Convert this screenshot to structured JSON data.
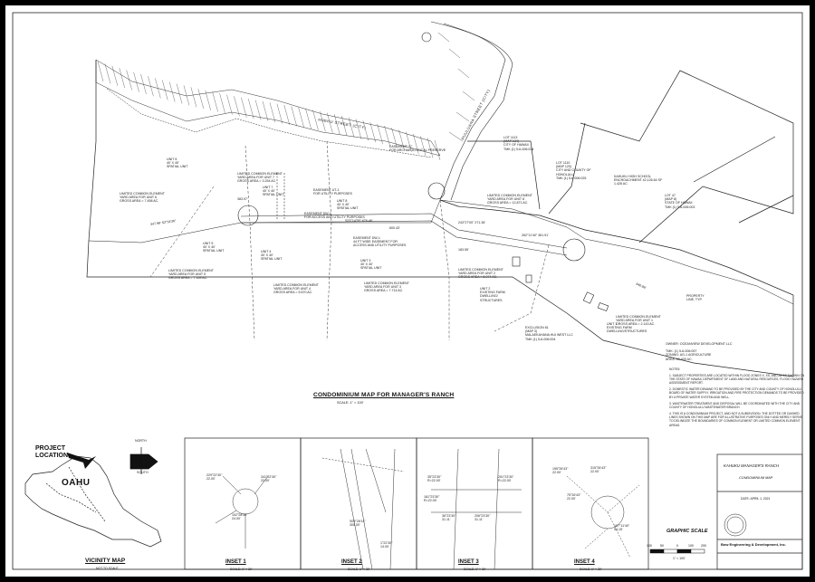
{
  "sheet": {
    "title": "CONDOMINIUM MAP FOR MANAGER'S RANCH",
    "scale": "SCALE: 1\" = 100'"
  },
  "roads": {
    "huehu": "HUEHU STREET (CITY)",
    "puuluana": "PUULUANA STREET (CITY)"
  },
  "lots": {
    "lot1113": "LOT 1113\n(MAP 134)\nCITY OF HAWAII\nTMK (1) 5-6-006:024",
    "lot1110": "LOT 1110\n(MAP 120)\nCITY AND COUNTY OF\nHONOLULU\nTMK (1) 5-6-006:025",
    "lot47": "LOT 47\n(MAP 8)\nSTATE OF HAWAII\nTMK (1) 5-6-006:003",
    "school": "KAHUKU HIGH SCHOOL\nENCROACHMENT 42,126.64 SF\n1.426 AC",
    "exclusion": "EXCLUSION 61\n(MAP 3)\nMALAEKAHANA HUI WEST LLC\nTMK (1) 5-6-006:004"
  },
  "units": {
    "u6": "UNIT 6\n40' X 40'\nSPATIAL UNIT",
    "u5": "UNIT 5\n40' X 40'\nSPATIAL UNIT",
    "u7": "UNIT 7\n40' X 40'\nSPATIAL UNIT",
    "u4": "UNIT 4\n40' X 40'\nSPATIAL UNIT",
    "u8": "UNIT 8\n40' X 40'\nSPATIAL UNIT",
    "u3": "UNIT 3\n40' X 40'\nSPATIAL UNIT",
    "u2": "UNIT 2\nEXISTING FARM\nDWELLING/\nSTRUCTURES",
    "u1": "UNIT 1\nEXISTING FARM\nDWELLING/STRUCTURES"
  },
  "lce": {
    "lce_a": "LIMITED COMMON ELEMENT\nYARD AREA FOR UNIT 6\nGROSS AREA = 7.458 AC.",
    "lce_b": "LIMITED COMMON ELEMENT\nYARD AREA FOR UNIT 7\nGROSS AREA = 3.254 AC.",
    "lce_c": "LIMITED COMMON ELEMENT\nYARD AREA FOR UNIT 5\nGROSS AREA = 7.169 AC.",
    "lce_d": "LIMITED COMMON ELEMENT\nYARD AREA FOR UNIT 4\nGROSS AREA = 5.670 AC.",
    "lce_e": "LIMITED COMMON ELEMENT\nYARD AREA FOR UNIT 3\nGROSS AREA = 7.714 AC.",
    "lce_f": "LIMITED COMMON ELEMENT\nYARD AREA FOR UNIT 2\nGROSS AREA = 5.074 AC.",
    "lce_g": "LIMITED COMMON ELEMENT\nYARD AREA FOR UNIT 8\nGROSS AREA = 12.871 AC.",
    "lce_h": "LIMITED COMMON ELEMENT\nYARD AREA FOR UNIT 1\nGROSS AREA = 2.143 AC."
  },
  "easements": {
    "e1": "EASEMENT \"1\"\nFOR ARCHAEOLOGICAL PRESERVE",
    "e2": "EASEMENT UT-1\nFOR UTILITY PURPOSES",
    "e3": "EASEMENT DW-1\n44 FT WIDE EASEMENT FOR\nACCESS AND UTILITY PURPOSES",
    "e4": "EASEMENT DW-1\nFOR ACCESS AND UTILITY PURPOSES"
  },
  "bearings": {
    "b1": "383.97'",
    "b2": "S23°14'35\" 676.46'",
    "b3": "243°27'00\" 271.36'",
    "b4": "262°11'40\" 361.91'",
    "b5": "347.98' S2°34'36\"",
    "b6": "600.43'",
    "b7": "183.55'",
    "b8": "640.96'",
    "b9": "PROPERTY\nLINE, TYP."
  },
  "owner": {
    "line1": "OWNER:  OCEANVIEW DEVELOPMENT LLC",
    "line2": "TMK:      (1) 5-6-006:057",
    "line3": "ZONING:  AG-1 AGRICULTURE",
    "line4": "AREA:     59.439 AC."
  },
  "notes": {
    "heading": "NOTES:",
    "n1": "1.  SUBJECT PROPERTIES ARE LOCATED WITHIN FLOOD ZONES X, XS, AND AE AS SHOWN ON THE STATE OF HAWAII, DEPARTMENT OF LAND AND NATURAL RESOURCES, FLOOD HAZARD ASSESSMENT REPORT.",
    "n2": "2.  DOMESTIC WATER DEMAND TO BE PROVIDED BY THE CITY AND COUNTY OF HONOLULU BOARD OF WATER SUPPLY. IRRIGATION AND FIRE PROTECTION DEMANDS TO BE PROVIDED BY A PRIVATE WATER SYSTEM AND WELL.",
    "n3": "3.  WASTEWATER TREATMENT AND DISPOSAL WILL BE COORDINATED WITH THE CITY AND COUNTY OF HONOLULU WASTEWATER BRANCH.",
    "n4": "4.  THIS IS A CONDOMINIUM PROJECT, AND NOT A SUBDIVISION. THE DOTTED OR DASHED LINES SHOWN ON THIS MAP ARE FOR ILLUSTRATIVE PURPOSES ONLY AND MERELY SERVE TO DELINEATE THE BOUNDARIES OF COMMON ELEMENT OR LIMITED COMMON ELEMENT AREAS."
  },
  "insets": [
    {
      "title": "INSET 1",
      "scale": "SCALE: 1\" = 30'",
      "d1": "229°22'30\"\n22.00'",
      "d2": "341°22'30\"\n22.00'",
      "d3": "102°28'40\"\n24.00'"
    },
    {
      "title": "INSET 2",
      "scale": "SCALE: 1\" = 30'",
      "d1": "S09°26'14\"\n305.00'",
      "d2": "1°22'30\"\n14.00'"
    },
    {
      "title": "INSET 3",
      "scale": "SCALE: 1\" = 30'",
      "d1": "35°23'30\"\nR=22.00'",
      "d2": "251°23'30\"\nR=22.00'",
      "d3": "161°23'30\"\nR=22.00'",
      "d4": "36°23'30\"\n31.11'",
      "d5": "206°23'30\"\n31.11'"
    },
    {
      "title": "INSET 4",
      "scale": "SCALE: 1\" = 30'",
      "d1": "195°26'43\"\n22.00'",
      "d2": "315°26'43\"\n22.00'",
      "d3": "75°26'43\"\n22.00'",
      "d4": "107°11'40\"\n94.15'"
    }
  ],
  "vicinity": {
    "project_location": "PROJECT\nLOCATION",
    "island": "OAHU",
    "title": "VICINITY MAP",
    "sub": "NOT TO SCALE"
  },
  "north": {
    "north_label": "NORTH",
    "south_label": "SOUTH"
  },
  "graphic_scale": {
    "title": "GRAPHIC SCALE",
    "ticks": [
      "100",
      "50",
      "0",
      "100",
      "200"
    ],
    "scale": "1\" = 100'"
  },
  "title_block": {
    "project": "KAHUKU MANAGER'S RANCH",
    "sheet_name": "CONDOMINIUM MAP",
    "date": "DATE: APRIL 1, 2021",
    "firm": "Bow Engineering & Development, Inc."
  },
  "colors": {
    "ink": "#1a1a1a",
    "paper": "#ffffff",
    "frame": "#000000"
  }
}
